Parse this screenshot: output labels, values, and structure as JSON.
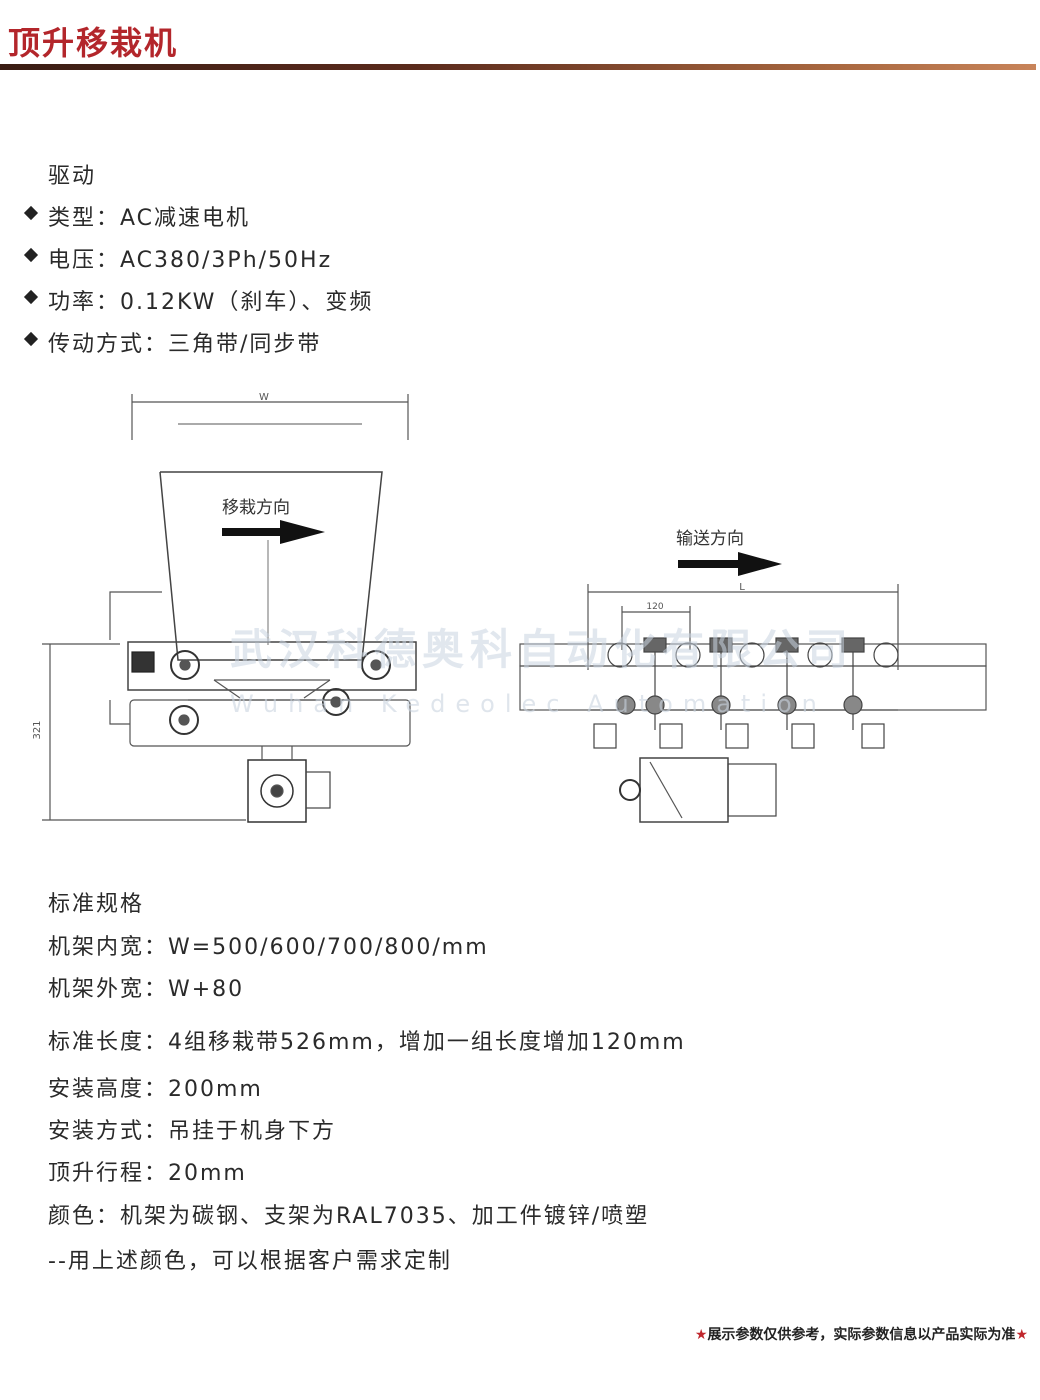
{
  "header": {
    "title": "顶升移栽机"
  },
  "drive": {
    "heading": "驱动",
    "items": [
      "类型：AC减速电机",
      "电压：AC380/3Ph/50Hz",
      "功率：0.12KW（刹车）、变频",
      "传动方式：三角带/同步带"
    ]
  },
  "drawing": {
    "left_dim_w": "W",
    "left_dim_h": "321",
    "left_arrow_label": "移栽方向",
    "right_arrow_label": "输送方向",
    "right_dim_l": "L",
    "right_dim_pitch": "120",
    "watermark_cn": "武汉科德奥科自动化有限公司",
    "watermark_en": "Wuhan Kedeolec Automation"
  },
  "specs": {
    "heading": "标准规格",
    "items": [
      "机架内宽：W=500/600/700/800/mm",
      "机架外宽：W+80",
      "标准长度：4组移栽带526mm，增加一组长度增加120mm",
      "安装高度：200mm",
      "安装方式：吊挂于机身下方",
      "顶升行程：20mm",
      "颜色：机架为碳钢、支架为RAL7035、加工件镀锌/喷塑",
      "--用上述颜色，可以根据客户需求定制"
    ]
  },
  "footer": {
    "star": "★",
    "note": "展示参数仅供参考，实际参数信息以产品实际为准"
  }
}
